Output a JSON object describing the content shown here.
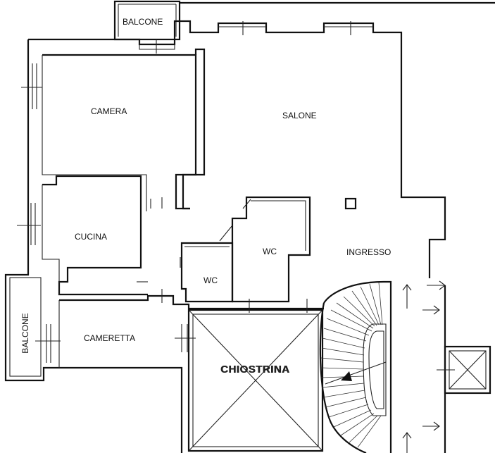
{
  "rooms": {
    "balcone_top": "BALCONE",
    "camera": "CAMERA",
    "salone": "SALONE",
    "cucina": "CUCINA",
    "wc_1": "WC",
    "wc_2": "WC",
    "ingresso": "INGRESSO",
    "balcone_left": "BALCONE",
    "cameretta": "CAMERETTA",
    "chiostrina": "CHIOSTRINA"
  }
}
